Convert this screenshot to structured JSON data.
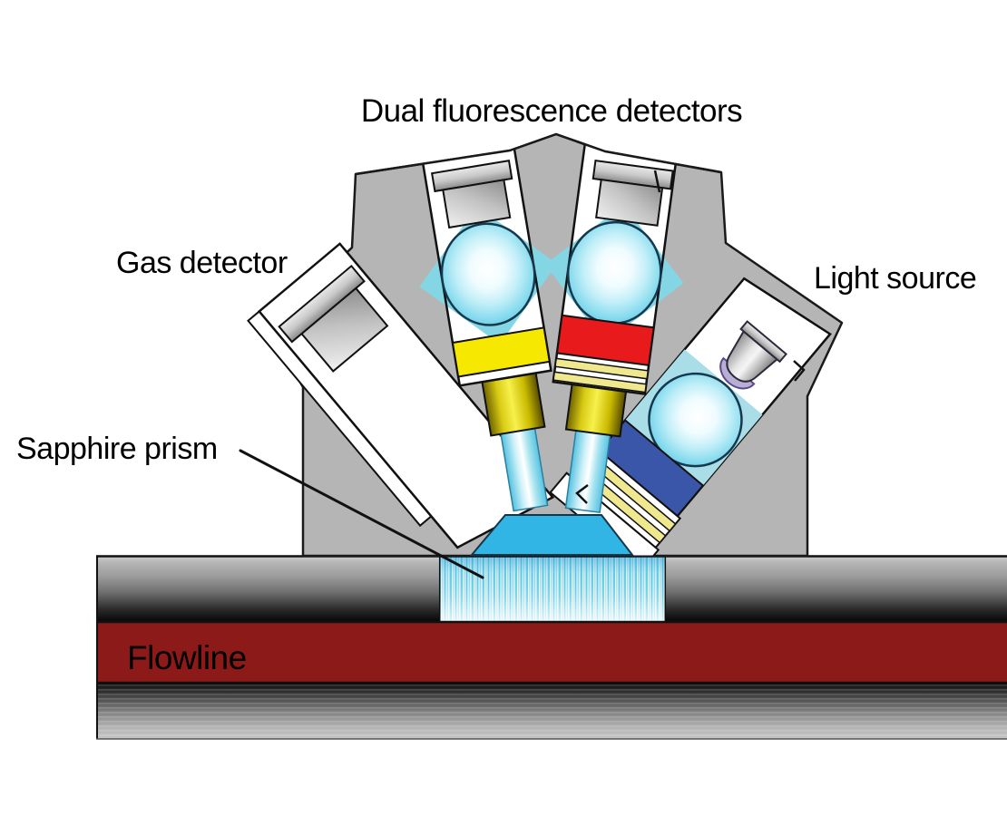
{
  "title": "Dual fluorescence detectors",
  "labels": {
    "gas_detector": "Gas detector",
    "light_source": "Light source",
    "sapphire_prism": "Sapphire prism",
    "flowline": "Flowline"
  },
  "colors": {
    "background": "#ffffff",
    "housing_gray": "#b5b5b5",
    "prism_cyan": "#30b5e5",
    "diamond_cyan": "#85d6e5",
    "cyan_band": "#a9dee9",
    "yellow_filter": "#f6e800",
    "red_filter": "#e81a1b",
    "blue_filter": "#3a56a8",
    "pale_yellow_stripe": "#efe88e",
    "flowline_band_red": "#8c1a19",
    "flowline_text": "#f2e7d4",
    "outline_black": "#111111"
  }
}
